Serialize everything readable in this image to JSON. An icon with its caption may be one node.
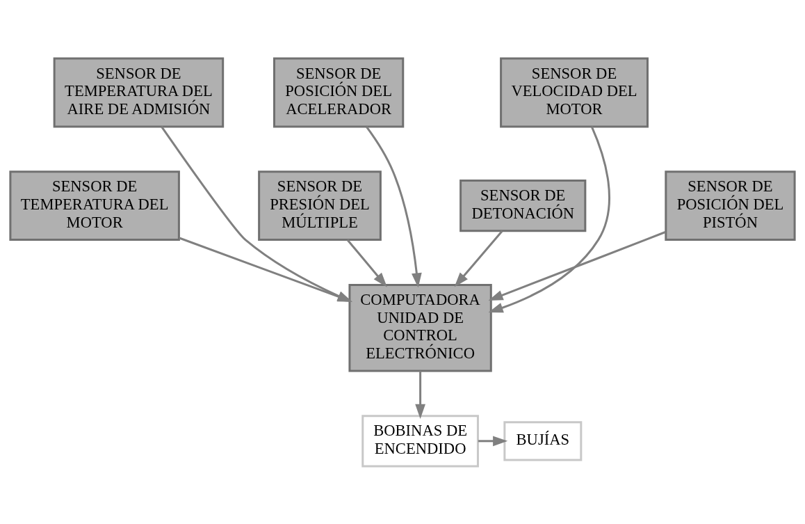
{
  "diagram": {
    "nodes": [
      {
        "text": [
          "SENSOR DE TEMPERATURA DEL AIRE DE ADMISIÓN"
        ]
      },
      {
        "text": [
          "SENSOR DE POSICIÓN DEL ACELERADOR"
        ]
      },
      {
        "text": [
          "SENSOR DE VELOCIDAD DEL MOTOR"
        ]
      },
      {
        "text": [
          "SENSOR DE TEMPERATURA DEL MOTOR"
        ]
      },
      {
        "text": [
          "SENSOR DE PRESIÓN DEL MÚLTIPLE"
        ]
      },
      {
        "text": [
          "SENSOR DE POSICIÓN DEL PISTÓN"
        ]
      },
      {
        "text": [
          "SENSOR DE DETONACIÓN"
        ]
      },
      {
        "text": [
          "COMPUTADORA UNIDAD DE CONTROL ELECTRÓNICO"
        ]
      },
      {
        "text": [
          "BOBINAS DE ENCENDIDO"
        ]
      },
      {
        "text": [
          "BUJÍAS"
        ]
      }
    ],
    "edges": [
      {
        "from": 3,
        "to": 7,
        "arrow": "to"
      },
      {
        "from": 0,
        "to": 7,
        "arrow": "to"
      },
      {
        "from": 4,
        "to": 7,
        "arrow": "to"
      },
      {
        "from": 1,
        "to": 7,
        "arrow": "to"
      },
      {
        "from": 5,
        "to": 7,
        "arrow": "to"
      },
      {
        "from": 2,
        "to": 7,
        "arrow": "to"
      },
      {
        "from": 6,
        "to": 7,
        "arrow": "to"
      },
      {
        "from": 7,
        "to": 8,
        "arrow": "to"
      },
      {
        "from": 8,
        "to": 9,
        "arrow": "to"
      }
    ]
  }
}
